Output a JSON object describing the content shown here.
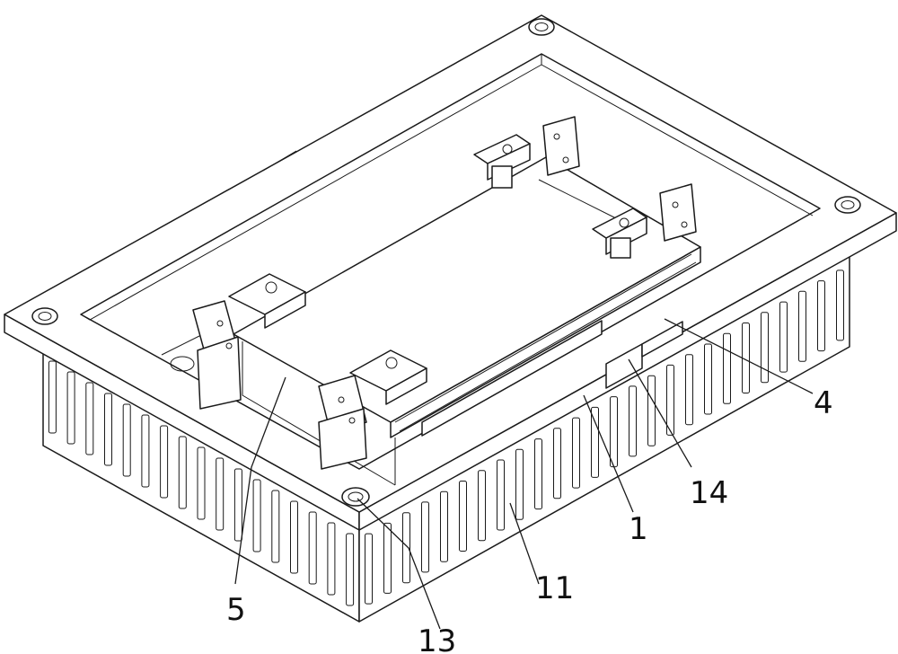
{
  "figure": {
    "callouts": [
      {
        "id": "part-1",
        "label": "1"
      },
      {
        "id": "part-4",
        "label": "4"
      },
      {
        "id": "part-5",
        "label": "5"
      },
      {
        "id": "part-11",
        "label": "11"
      },
      {
        "id": "part-13",
        "label": "13"
      },
      {
        "id": "part-14",
        "label": "14"
      }
    ]
  }
}
